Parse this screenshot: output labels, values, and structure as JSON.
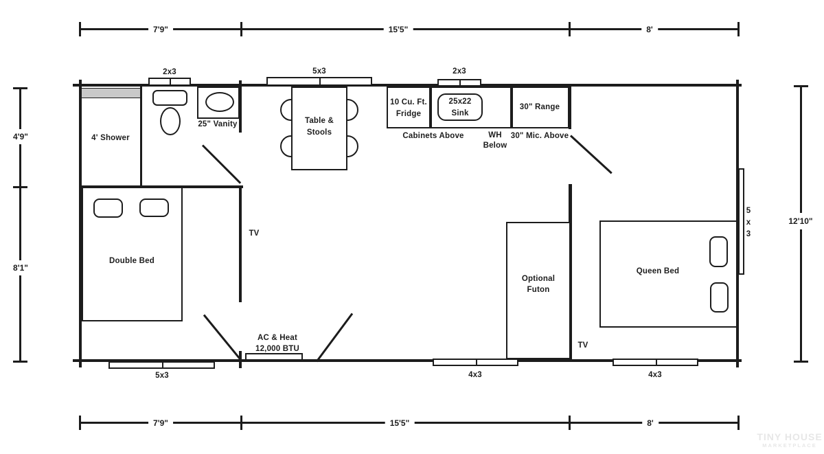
{
  "dimensions": {
    "top": [
      "7'9\"",
      "15'5\"",
      "8'"
    ],
    "bottom": [
      "7'9\"",
      "15'5\"",
      "8'"
    ],
    "left": [
      "4'9\"",
      "8'1\""
    ],
    "right": "12'10\""
  },
  "windows": {
    "bath_top": "2x3",
    "dinette_top": "5x3",
    "sink_top": "2x3",
    "side": [
      "5",
      "x",
      "3"
    ],
    "bottom_left": "5x3",
    "bottom_middle": "4x3",
    "bottom_right": "4x3"
  },
  "fixtures": {
    "shower": "4' Shower",
    "vanity": "25\" Vanity",
    "table_line1": "Table &",
    "table_line2": "Stools",
    "fridge_line1": "10 Cu. Ft.",
    "fridge_line2": "Fridge",
    "sink_line1": "25x22",
    "sink_line2": "Sink",
    "range": "30\" Range",
    "cabinets_above": "Cabinets Above",
    "wh_line1": "WH",
    "wh_line2": "Below",
    "mic_above": "30\" Mic. Above",
    "double_bed": "Double Bed",
    "queen_bed": "Queen Bed",
    "futon_line1": "Optional",
    "futon_line2": "Futon",
    "tv_bedroom": "TV",
    "tv_living": "TV",
    "ac_line1": "AC & Heat",
    "ac_line2": "12,000 BTU"
  },
  "watermark": {
    "line1": "TINY HOUSE",
    "line2": "MARKETPLACE"
  },
  "colors": {
    "line": "#1c1c1c",
    "shower_strip": "#c9c9c9",
    "watermark": "#e7e7e7",
    "background": "#ffffff"
  }
}
